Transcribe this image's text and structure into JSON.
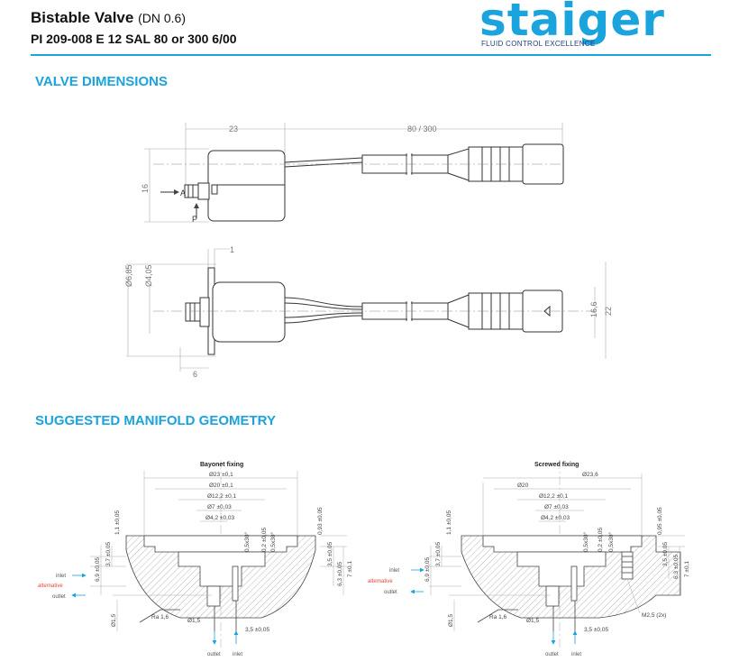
{
  "header": {
    "title": "Bistable Valve",
    "title_sub": "(DN 0.6)",
    "product_code": "PI 209-008 E 12 SAL 80 or 300 6/00",
    "logo_word": "staiger",
    "logo_tagline": "FLUID CONTROL EXCELLENCE",
    "brand_color": "#1aa3dc",
    "tagline_color": "#1f3d80"
  },
  "sections": {
    "valve_dimensions": "VALVE DIMENSIONS",
    "manifold_geometry": "SUGGESTED MANIFOLD GEOMETRY"
  },
  "valve_drawing": {
    "dim_body_length": "23",
    "dim_cable_length": "80 / 300",
    "dim_height": "16",
    "port_a": "A",
    "port_p": "P",
    "dim_flange": "1",
    "dim_d685": "Ø6,85",
    "dim_d405": "Ø4,05",
    "dim_connector": "16,6",
    "dim_total_height": "22",
    "dim_6": "6"
  },
  "bayonet": {
    "caption": "Bayonet fixing",
    "d23": "Ø23 ±0,1",
    "d20": "Ø20 ±0,1",
    "d122": "Ø12,2 ±0,1",
    "d7": "Ø7 ±0,03",
    "d42": "Ø4,2 ±0,03",
    "ang1": "0,5x30°",
    "v02": "0,2 ±0,05",
    "ang2": "0,5x30°",
    "v093": "0,93 ±0,05",
    "v11": "1,1 ±0,05",
    "v69": "6,9 ±0,05",
    "v37": "3,7 ±0,05",
    "v35": "3,5 ±0,05",
    "v63": "6,3 ±0,05",
    "v7": "7 ±0,1",
    "d15v": "Ø1,5",
    "ra": "Ra 1,6",
    "d15": "Ø1,5",
    "v35b": "3,5 ±0,05",
    "inlet": "inlet",
    "alternative": "alternative",
    "outlet": "outlet",
    "bottom_outlet": "outlet",
    "bottom_inlet": "inlet"
  },
  "screwed": {
    "caption": "Screwed fixing",
    "d236": "Ø23,6",
    "d20": "Ø20",
    "d122": "Ø12,2 ±0,1",
    "d7": "Ø7 ±0,03",
    "d42": "Ø4,2 ±0,03",
    "ang1": "0,5x30°",
    "v02": "0,2 ±0,05",
    "ang2": "0,5x30°",
    "v095": "0,95 ±0,05",
    "v11": "1,1 ±0,05",
    "v69": "6,9 ±0,05",
    "v37": "3,7 ±0,05",
    "v35": "3,5 ±0,05",
    "v63": "6,3 ±0,05",
    "v7": "7 ±0,1",
    "d15v": "Ø1,5",
    "ra": "Ra 1,6",
    "d15": "Ø1,5",
    "v35b": "3,5 ±0,05",
    "m25": "M2,5 (2x)",
    "inlet": "inlet",
    "alternative": "alternative",
    "outlet": "outlet",
    "bottom_outlet": "outlet",
    "bottom_inlet": "inlet"
  }
}
